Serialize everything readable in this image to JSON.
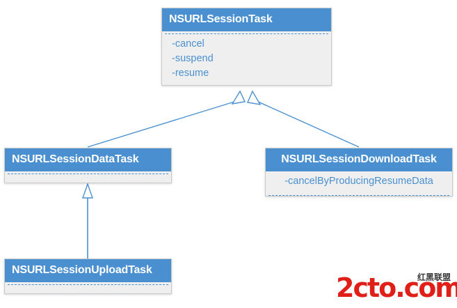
{
  "diagram": {
    "type": "uml-class-diagram",
    "notation": "generalization (hollow triangle)",
    "background_color": "#ffffff",
    "accent_color": "#4a90d0",
    "body_color": "#efefef",
    "border_color": "#c9c9c9",
    "classes": [
      {
        "id": "task",
        "name": "NSURLSessionTask",
        "title_align": "left",
        "members": [
          "-cancel",
          "-suspend",
          "-resume"
        ],
        "member_align": "left"
      },
      {
        "id": "data",
        "name": "NSURLSessionDataTask",
        "title_align": "left",
        "members": [],
        "member_align": "left"
      },
      {
        "id": "download",
        "name": "NSURLSessionDownloadTask",
        "title_align": "center",
        "members": [
          "-cancelByProducingResumeData"
        ],
        "member_align": "center"
      },
      {
        "id": "upload",
        "name": "NSURLSessionUploadTask",
        "title_align": "left",
        "members": [],
        "member_align": "left"
      }
    ],
    "relationships": [
      {
        "from": "NSURLSessionDataTask",
        "to": "NSURLSessionTask",
        "kind": "generalization"
      },
      {
        "from": "NSURLSessionDownloadTask",
        "to": "NSURLSessionTask",
        "kind": "generalization"
      },
      {
        "from": "NSURLSessionUploadTask",
        "to": "NSURLSessionDataTask",
        "kind": "generalization"
      }
    ]
  },
  "watermark": {
    "logo_text": "2cto.com",
    "cn_text": "红黑联盟",
    "logo_color": "#e01f18"
  }
}
